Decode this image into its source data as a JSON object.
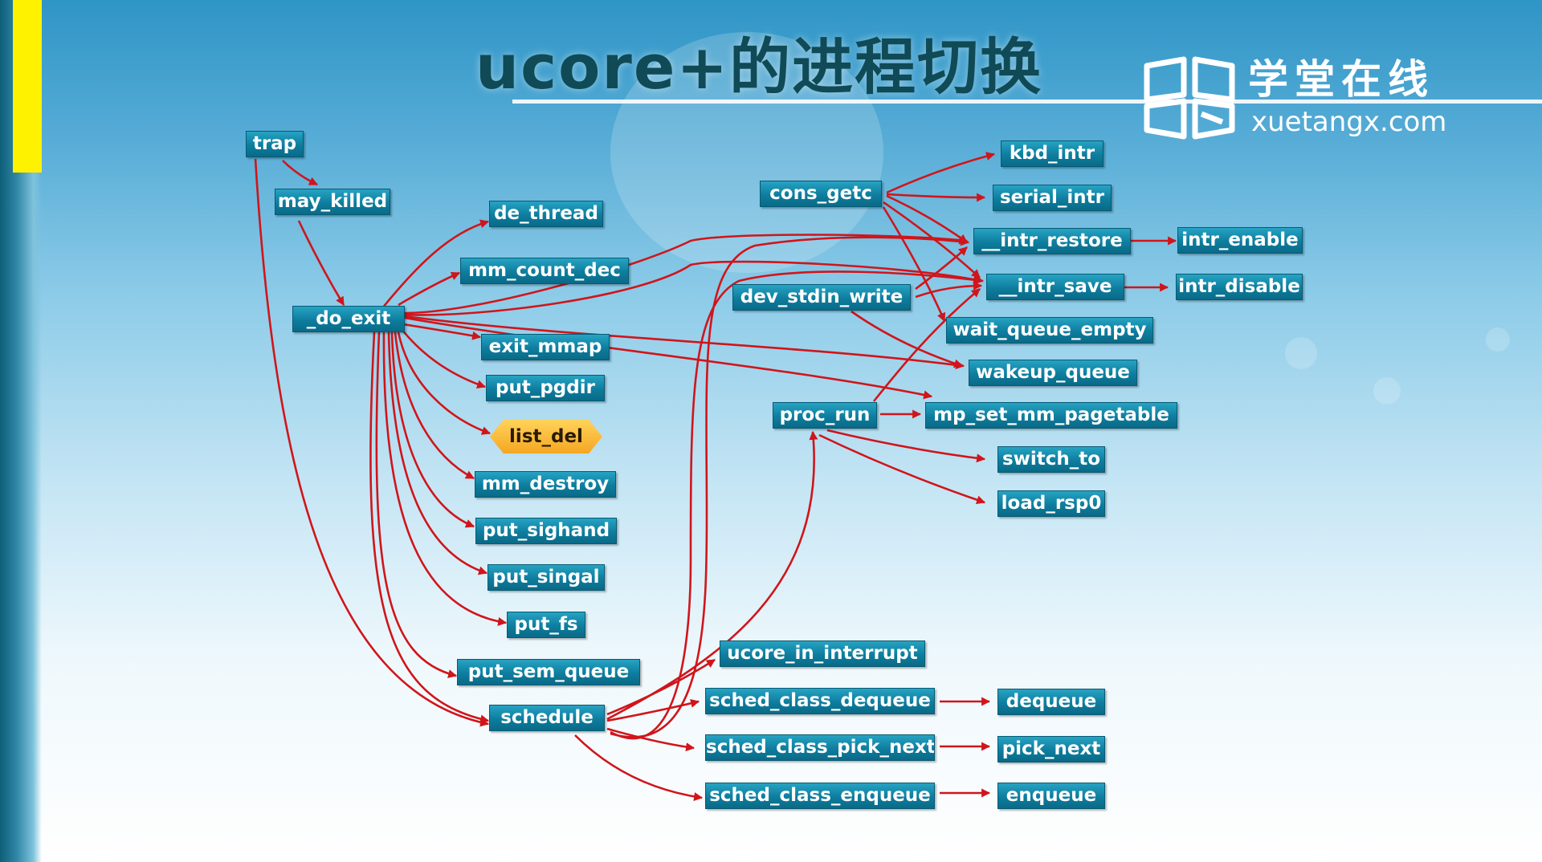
{
  "slide": {
    "title": "ucore+的进程切换"
  },
  "brand": {
    "name_cn": "学堂在线",
    "domain": "xuetangx.com",
    "logo_icon": "book-logo-icon"
  },
  "colors": {
    "node_fill": "#0e7d9e",
    "node_text": "#ffffff",
    "edge": "#d0151b",
    "highlight_node": "#f5a623",
    "title": "#0f4a56"
  },
  "nodes": {
    "trap": "trap",
    "may_killed": "may_killed",
    "do_exit": "_do_exit",
    "de_thread": "de_thread",
    "mm_count_dec": "mm_count_dec",
    "exit_mmap": "exit_mmap",
    "put_pgdir": "put_pgdir",
    "list_del": "list_del",
    "mm_destroy": "mm_destroy",
    "put_sighand": "put_sighand",
    "put_singal": "put_singal",
    "put_fs": "put_fs",
    "put_sem_queue": "put_sem_queue",
    "schedule": "schedule",
    "cons_getc": "cons_getc",
    "kbd_intr": "kbd_intr",
    "serial_intr": "serial_intr",
    "intr_restore": "__intr_restore",
    "intr_enable": "intr_enable",
    "intr_save": "__intr_save",
    "intr_disable": "intr_disable",
    "dev_stdin_write": "dev_stdin_write",
    "wait_queue_empty": "wait_queue_empty",
    "wakeup_queue": "wakeup_queue",
    "proc_run": "proc_run",
    "mp_set_mm_pagetable": "mp_set_mm_pagetable",
    "switch_to": "switch_to",
    "load_rsp0": "load_rsp0",
    "ucore_in_interrupt": "ucore_in_interrupt",
    "sched_class_dequeue": "sched_class_dequeue",
    "dequeue": "dequeue",
    "sched_class_pick_next": "sched_class_pick_next",
    "pick_next": "pick_next",
    "sched_class_enqueue": "sched_class_enqueue",
    "enqueue": "enqueue"
  }
}
